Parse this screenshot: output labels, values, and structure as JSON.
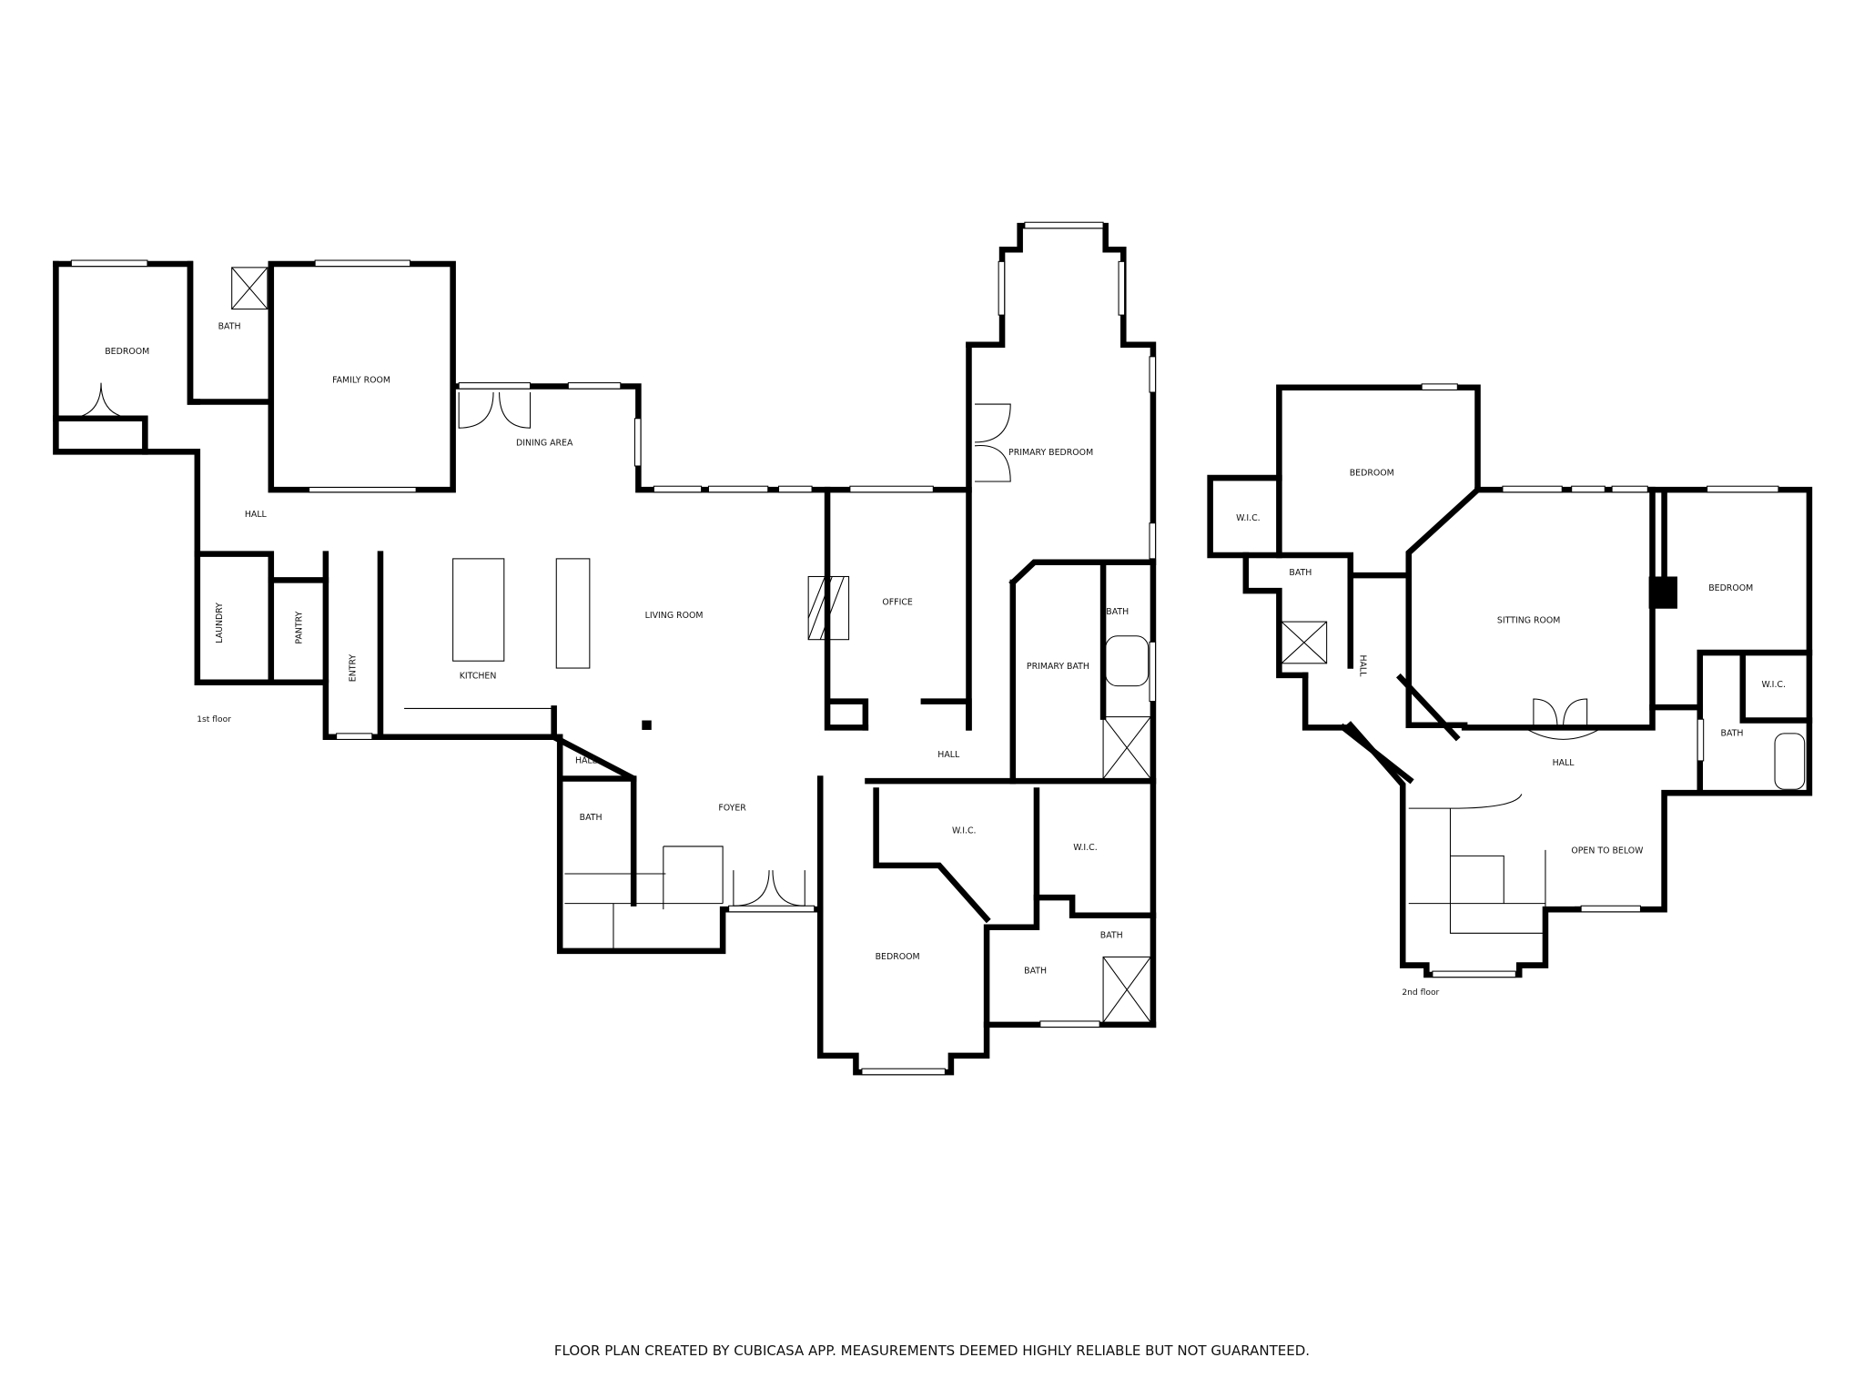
{
  "first_floor": {
    "label": "1st floor",
    "rooms": [
      {
        "name": "BEDROOM"
      },
      {
        "name": "BATH"
      },
      {
        "name": "FAMILY ROOM"
      },
      {
        "name": "DINING AREA"
      },
      {
        "name": "HALL"
      },
      {
        "name": "LAUNDRY"
      },
      {
        "name": "PANTRY"
      },
      {
        "name": "ENTRY"
      },
      {
        "name": "KITCHEN"
      },
      {
        "name": "LIVING ROOM"
      },
      {
        "name": "OFFICE"
      },
      {
        "name": "PRIMARY BEDROOM"
      },
      {
        "name": "BATH"
      },
      {
        "name": "PRIMARY BATH"
      },
      {
        "name": "HALL"
      },
      {
        "name": "HALL"
      },
      {
        "name": "BATH"
      },
      {
        "name": "FOYER"
      },
      {
        "name": "W.I.C."
      },
      {
        "name": "W.I.C."
      },
      {
        "name": "BATH"
      },
      {
        "name": "BATH"
      },
      {
        "name": "BEDROOM"
      }
    ]
  },
  "second_floor": {
    "label": "2nd floor",
    "rooms": [
      {
        "name": "BEDROOM"
      },
      {
        "name": "W.I.C."
      },
      {
        "name": "BATH"
      },
      {
        "name": "HALL"
      },
      {
        "name": "SITTING ROOM"
      },
      {
        "name": "BEDROOM"
      },
      {
        "name": "W.I.C."
      },
      {
        "name": "BATH"
      },
      {
        "name": "HALL"
      },
      {
        "name": "OPEN TO BELOW"
      }
    ]
  },
  "footer": {
    "disclaimer": "FLOOR PLAN CREATED BY CUBICASA APP. MEASUREMENTS DEEMED HIGHLY RELIABLE BUT NOT GUARANTEED."
  },
  "colors": {
    "wall": "#000000",
    "background": "#ffffff"
  }
}
